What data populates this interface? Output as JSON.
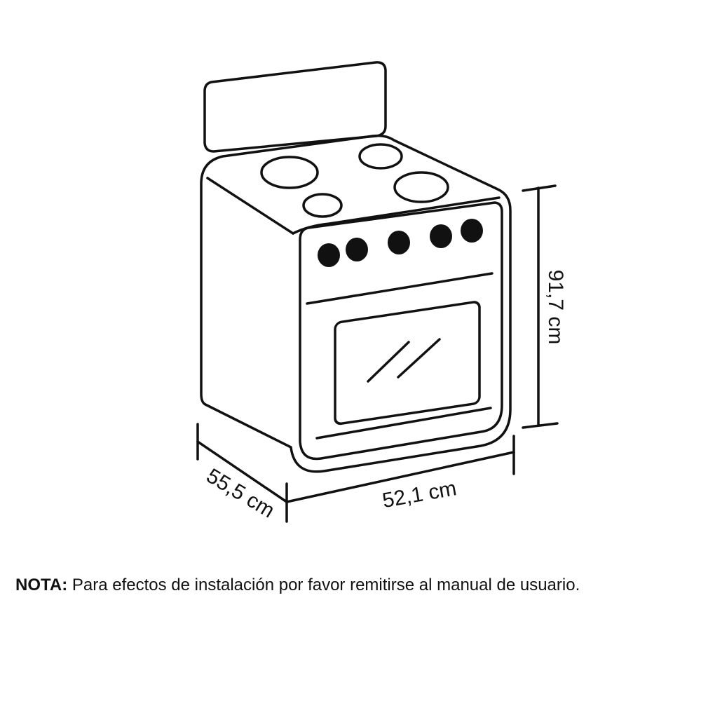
{
  "dimensions": {
    "depth": "55,5 cm",
    "width": "52,1 cm",
    "height": "91,7 cm"
  },
  "note": {
    "label": "NOTA:",
    "text": " Para efectos de instalación por favor remitirse al manual de usuario."
  },
  "colors": {
    "line": "#111111",
    "background": "#ffffff"
  },
  "icons": {
    "product": "stove-outline-icon"
  }
}
